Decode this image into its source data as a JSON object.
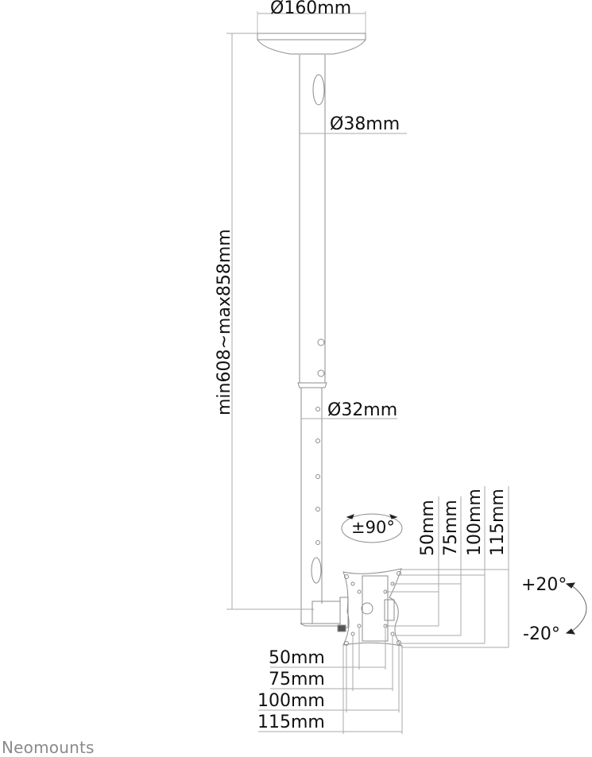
{
  "dimensions": {
    "plate_diameter": "Ø160mm",
    "upper_tube_diameter": "Ø38mm",
    "lower_tube_diameter": "Ø32mm",
    "length_range": "min608~max858mm",
    "rotation": "±90°",
    "tilt_up": "+20°",
    "tilt_down": "-20°",
    "vesa_vertical": [
      "50mm",
      "75mm",
      "100mm",
      "115mm"
    ],
    "vesa_horizontal": [
      "50mm",
      "75mm",
      "100mm",
      "115mm"
    ]
  },
  "brand": {
    "logo_text": "Neomounts",
    "color": "#8a8a8a"
  },
  "line_color": "#9a9a9a"
}
